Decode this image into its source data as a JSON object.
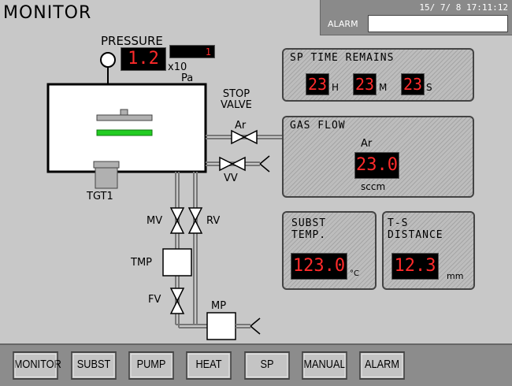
{
  "header": {
    "title": "MONITOR",
    "datetime": "15/ 7/ 8  17:11:12",
    "alarm_label": "ALARM",
    "alarm_text": ""
  },
  "pressure": {
    "label": "PRESSURE",
    "mantissa": "1.2",
    "exponent": "1",
    "base": "x10",
    "unit": "Pa"
  },
  "diagram": {
    "stop_valve_label": "STOP\nVALVE",
    "ar_valve_label": "Ar",
    "vv_label": "VV",
    "tgt_label": "TGT1",
    "mv_label": "MV",
    "rv_label": "RV",
    "tmp_label": "TMP",
    "fv_label": "FV",
    "mp_label": "MP"
  },
  "sp_time": {
    "title": "SP TIME REMAINS",
    "hours": "23",
    "minutes": "23",
    "seconds": "23",
    "h_unit": "H",
    "m_unit": "M",
    "s_unit": "S"
  },
  "gas_flow": {
    "title": "GAS FLOW",
    "gas": "Ar",
    "value": "23.0",
    "unit": "sccm"
  },
  "subst_temp": {
    "title_line1": "SUBST",
    "title_line2": "TEMP.",
    "value": "123.0",
    "unit": "°C"
  },
  "ts_distance": {
    "title_line1": "T-S",
    "title_line2": "DISTANCE",
    "value": "12.3",
    "unit": "mm"
  },
  "nav": {
    "buttons": [
      "MONITOR",
      "SUBST",
      "PUMP",
      "HEAT",
      "SP",
      "MANUAL",
      "ALARM"
    ]
  },
  "colors": {
    "led_text": "#ff2a2a",
    "substrate_bar": "#22cc22"
  }
}
